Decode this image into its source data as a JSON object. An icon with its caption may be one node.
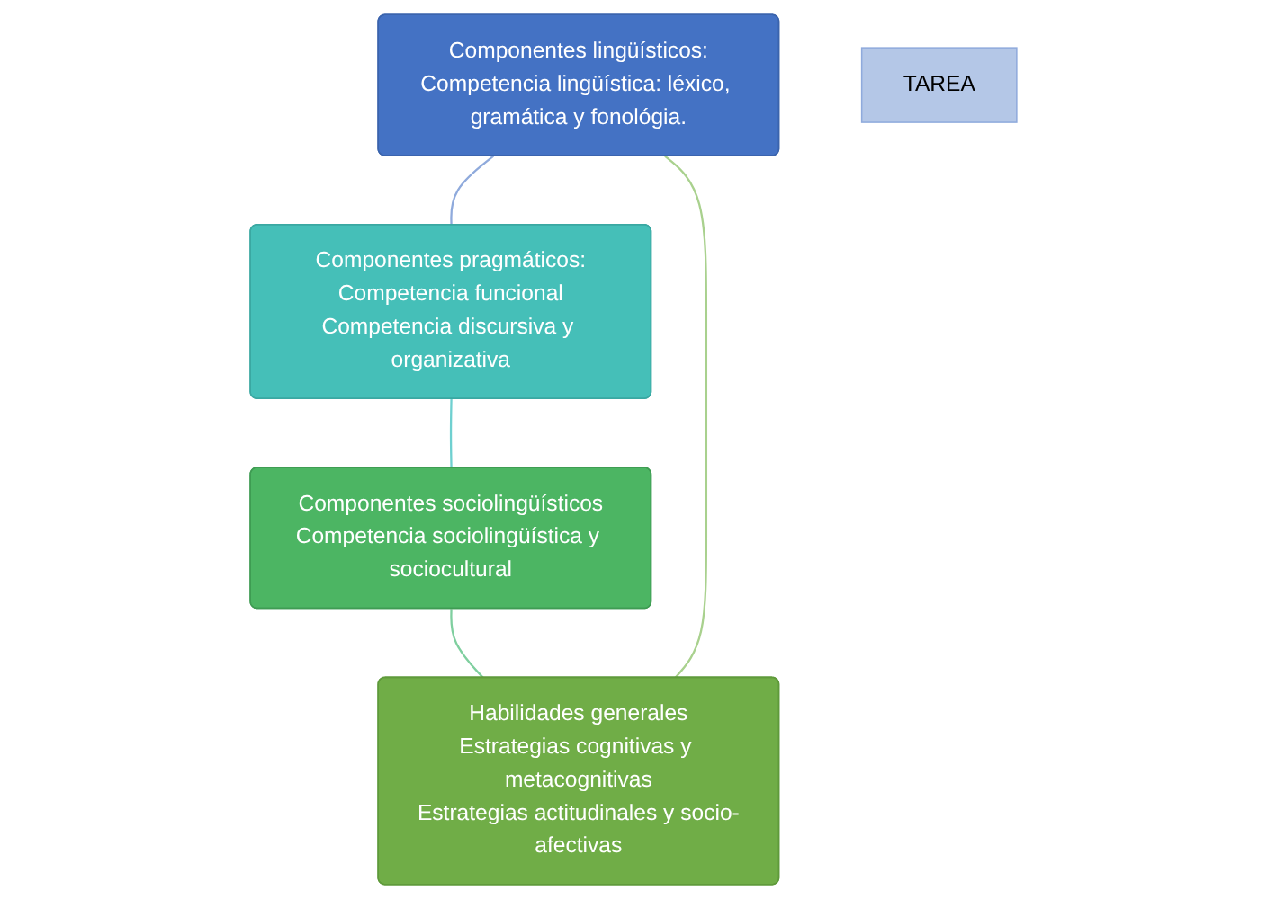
{
  "diagram": {
    "nodes": [
      {
        "text": [
          "Componentes lingüísticos:",
          "Competencia lingüística: léxico, gramática y fonológia."
        ]
      },
      {
        "text": [
          "Habilidades generales",
          "Estrategias cognitivas y metacognitivas",
          "Estrategias actitudinales y socio-afectivas"
        ]
      },
      {
        "text": [
          "TAREA"
        ]
      },
      {
        "text": [
          "Componentes pragmáticos:",
          "Competencia funcional",
          "Competencia discursiva y organizativa"
        ]
      },
      {
        "text": [
          "Componentes sociolingüísticos",
          "Competencia sociolingüística y sociocultural"
        ]
      }
    ],
    "edges": [
      {
        "from": 0,
        "to": 3,
        "arrow": "none",
        "color": "#8faadc"
      },
      {
        "from": 3,
        "to": 4,
        "arrow": "none",
        "color": "#6fd0d0"
      },
      {
        "from": 4,
        "to": 1,
        "arrow": "none",
        "color": "#7fcf9f"
      },
      {
        "from": 1,
        "to": 0,
        "arrow": "none",
        "color": "#a9d18e"
      }
    ]
  }
}
